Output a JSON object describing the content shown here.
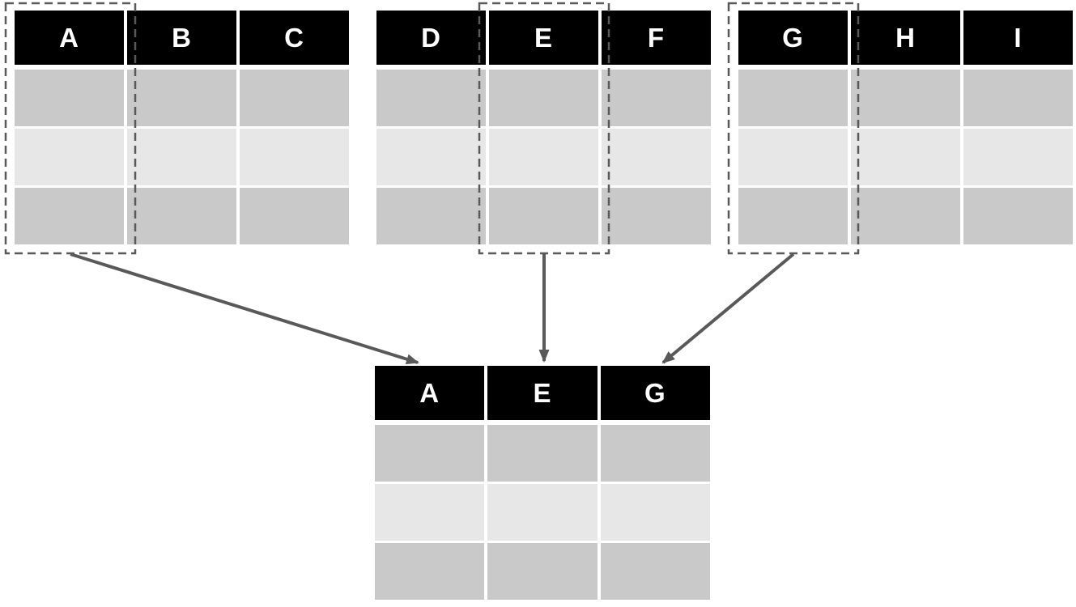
{
  "diagram": {
    "description": "Three source tables each contribute one highlighted column to a combined result table",
    "source_tables": [
      {
        "columns": [
          "A",
          "B",
          "C"
        ],
        "selected_column": "A",
        "body_rows": 3
      },
      {
        "columns": [
          "D",
          "E",
          "F"
        ],
        "selected_column": "E",
        "body_rows": 3
      },
      {
        "columns": [
          "G",
          "H",
          "I"
        ],
        "selected_column": "G",
        "body_rows": 3
      }
    ],
    "result_table": {
      "columns": [
        "A",
        "E",
        "G"
      ],
      "body_rows": 3
    }
  },
  "colors": {
    "header_bg": "#000000",
    "header_text": "#ffffff",
    "row_dark": "#c9c9c9",
    "row_light": "#e7e7e7",
    "outline": "#595959",
    "arrow": "#595959",
    "canvas_bg": "#ffffff"
  }
}
